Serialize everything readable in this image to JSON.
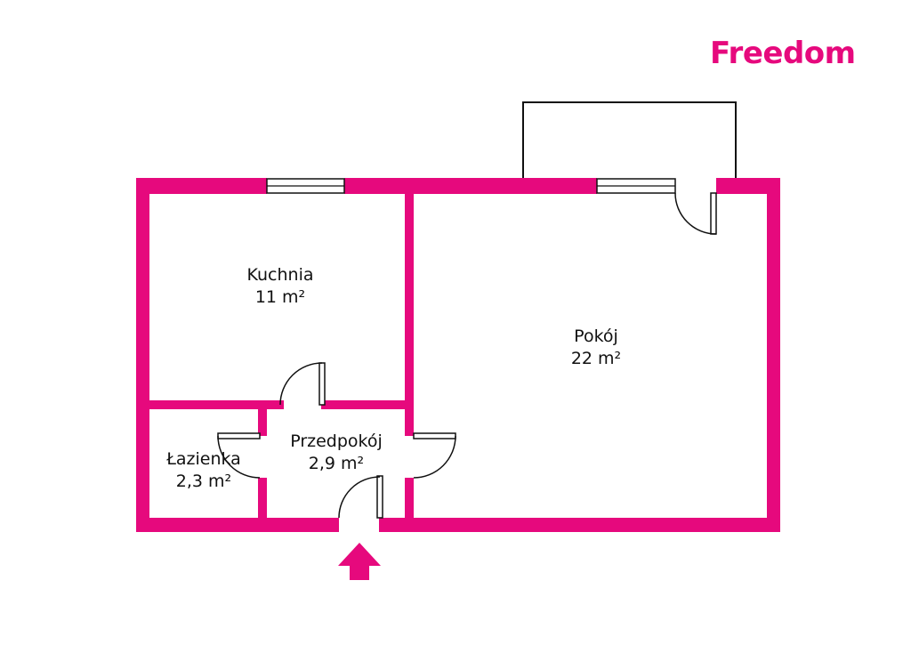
{
  "brand": {
    "name": "Freedom",
    "color": "#e6097d"
  },
  "colors": {
    "wall": "#e6097d",
    "line": "#111111",
    "window": "#ffffff",
    "entrance": "#e6097d"
  },
  "rooms": [
    {
      "id": "kuchnia",
      "name": "Kuchnia",
      "area": "11 m²"
    },
    {
      "id": "pokoj",
      "name": "Pokój",
      "area": "22 m²"
    },
    {
      "id": "lazienka",
      "name": "Łazienka",
      "area": "2,3 m²"
    },
    {
      "id": "przedpokoj",
      "name": "Przedpokój",
      "area": "2,9 m²"
    }
  ],
  "icons": {
    "entrance": "entrance-arrow-icon"
  }
}
